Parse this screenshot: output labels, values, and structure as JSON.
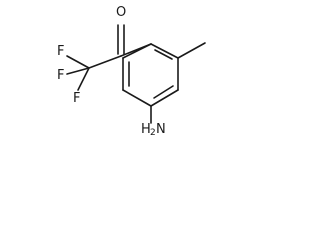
{
  "molecule": {
    "atoms": {
      "oxygen": "O",
      "fluorine_top": "F",
      "fluorine_left": "F",
      "fluorine_bottom": "F",
      "amine_main": "H",
      "amine_sub": "2",
      "amine_n": "N"
    }
  }
}
